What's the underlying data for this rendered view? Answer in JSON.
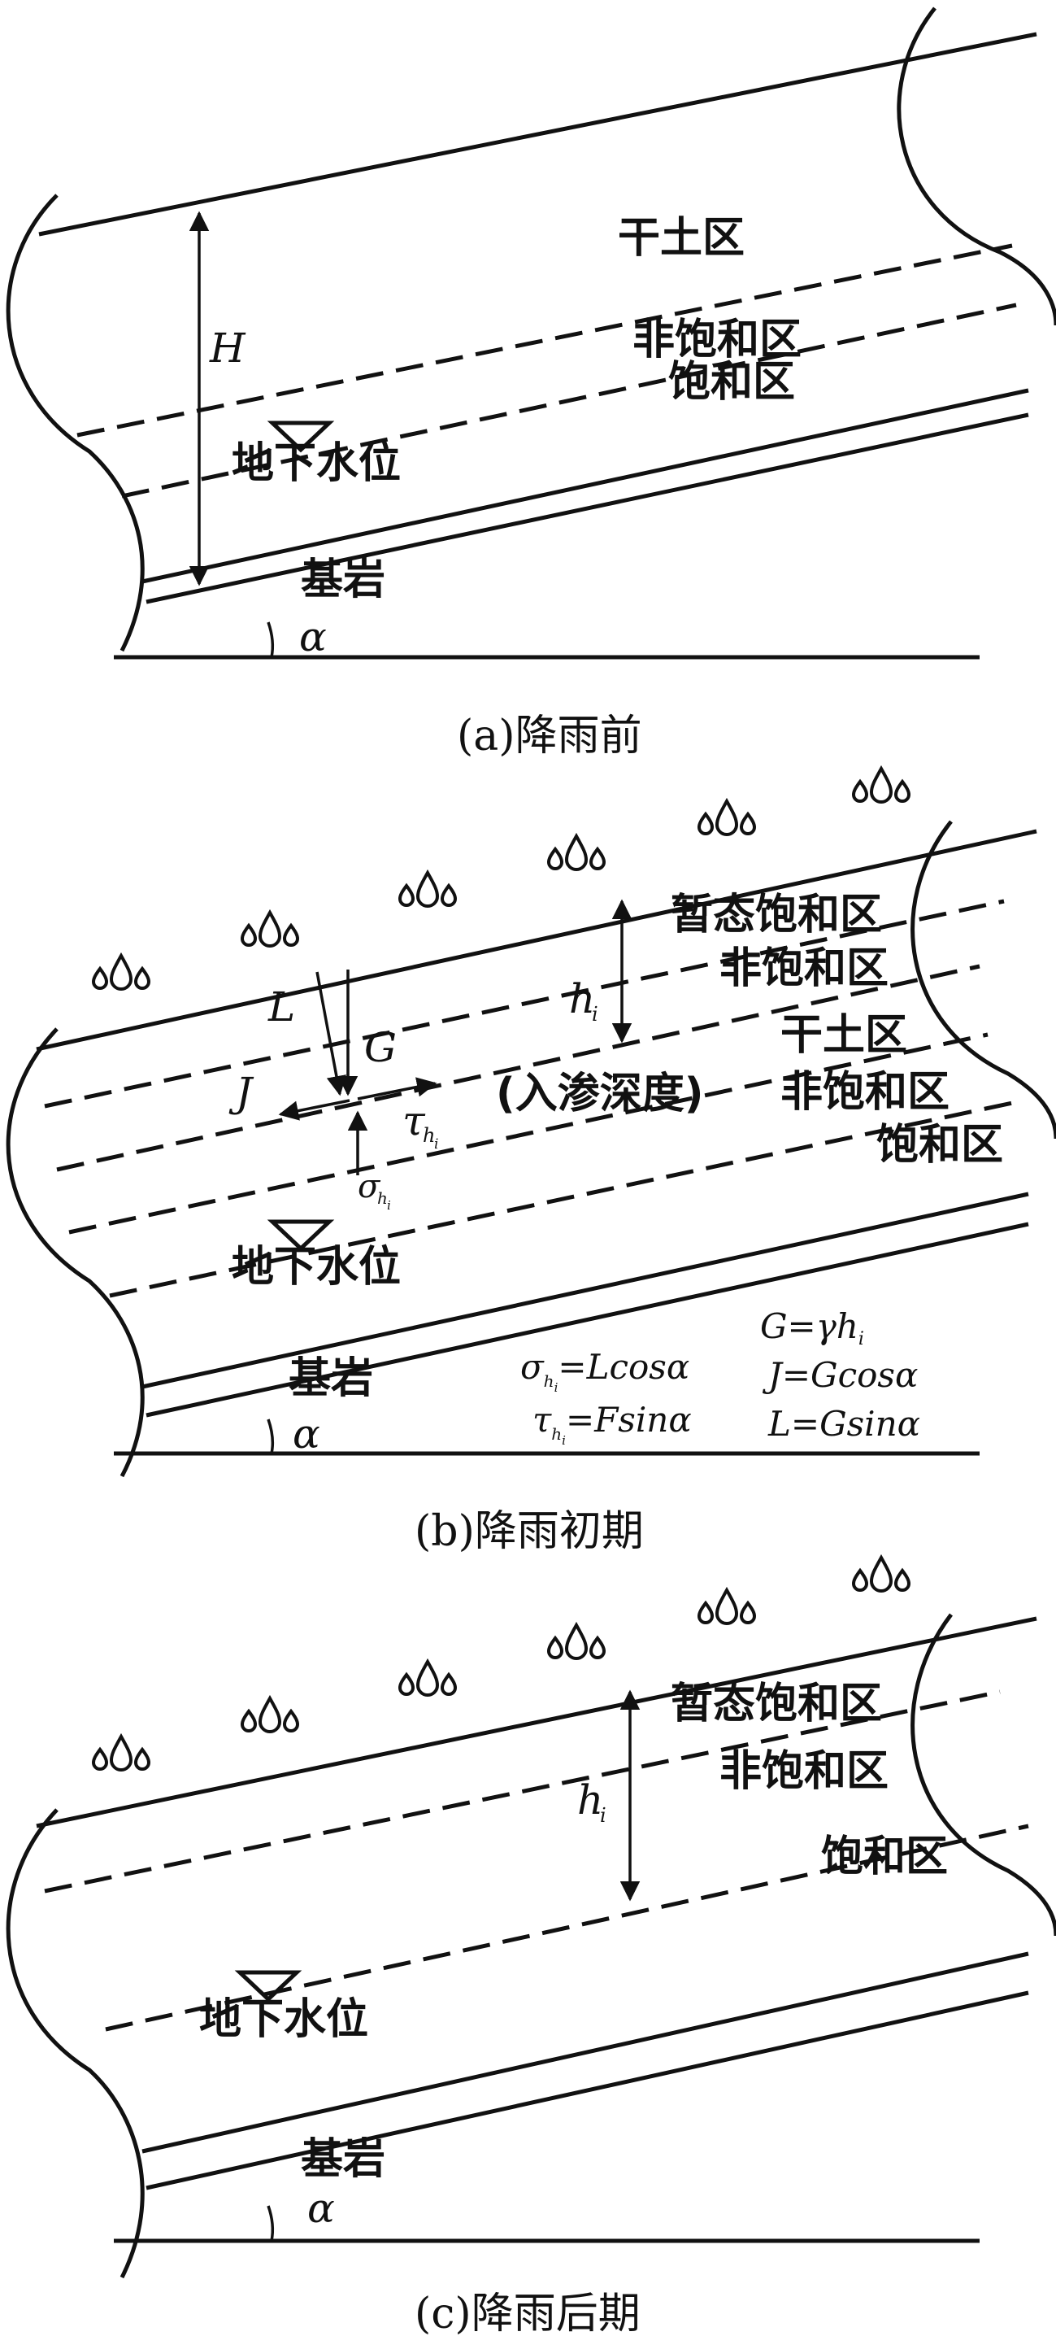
{
  "panels": [
    {
      "caption": "(a)降雨前",
      "zones": [
        "干土区",
        "非饱和区",
        "饱和区"
      ],
      "groundwater_label": "地下水位",
      "bedrock_label": "基岩",
      "height_symbol": "H",
      "angle_symbol": "α"
    },
    {
      "caption": "(b)降雨初期",
      "zones": [
        "暂态饱和区",
        "非饱和区",
        "干土区",
        "非饱和区",
        "饱和区"
      ],
      "groundwater_label": "地下水位",
      "bedrock_label": "基岩",
      "depth_symbol": "h",
      "depth_subscript": "i",
      "depth_note": "(入渗深度)",
      "forces": {
        "L": "L",
        "G": "G",
        "J": "J",
        "tau": "τ",
        "sigma": "σ",
        "sub_h": "h",
        "sub_i": "i"
      },
      "formulas": {
        "sigma": "=Lcosα",
        "tau": "=Fsinα",
        "G": "G=γh",
        "J": "J=Gcosα",
        "L": "L=Gsinα"
      },
      "angle_symbol": "α"
    },
    {
      "caption": "(c)降雨后期",
      "zones": [
        "暂态饱和区",
        "非饱和区",
        "饱和区"
      ],
      "groundwater_label": "地下水位",
      "bedrock_label": "基岩",
      "depth_symbol": "h",
      "depth_subscript": "i",
      "angle_symbol": "α"
    }
  ]
}
